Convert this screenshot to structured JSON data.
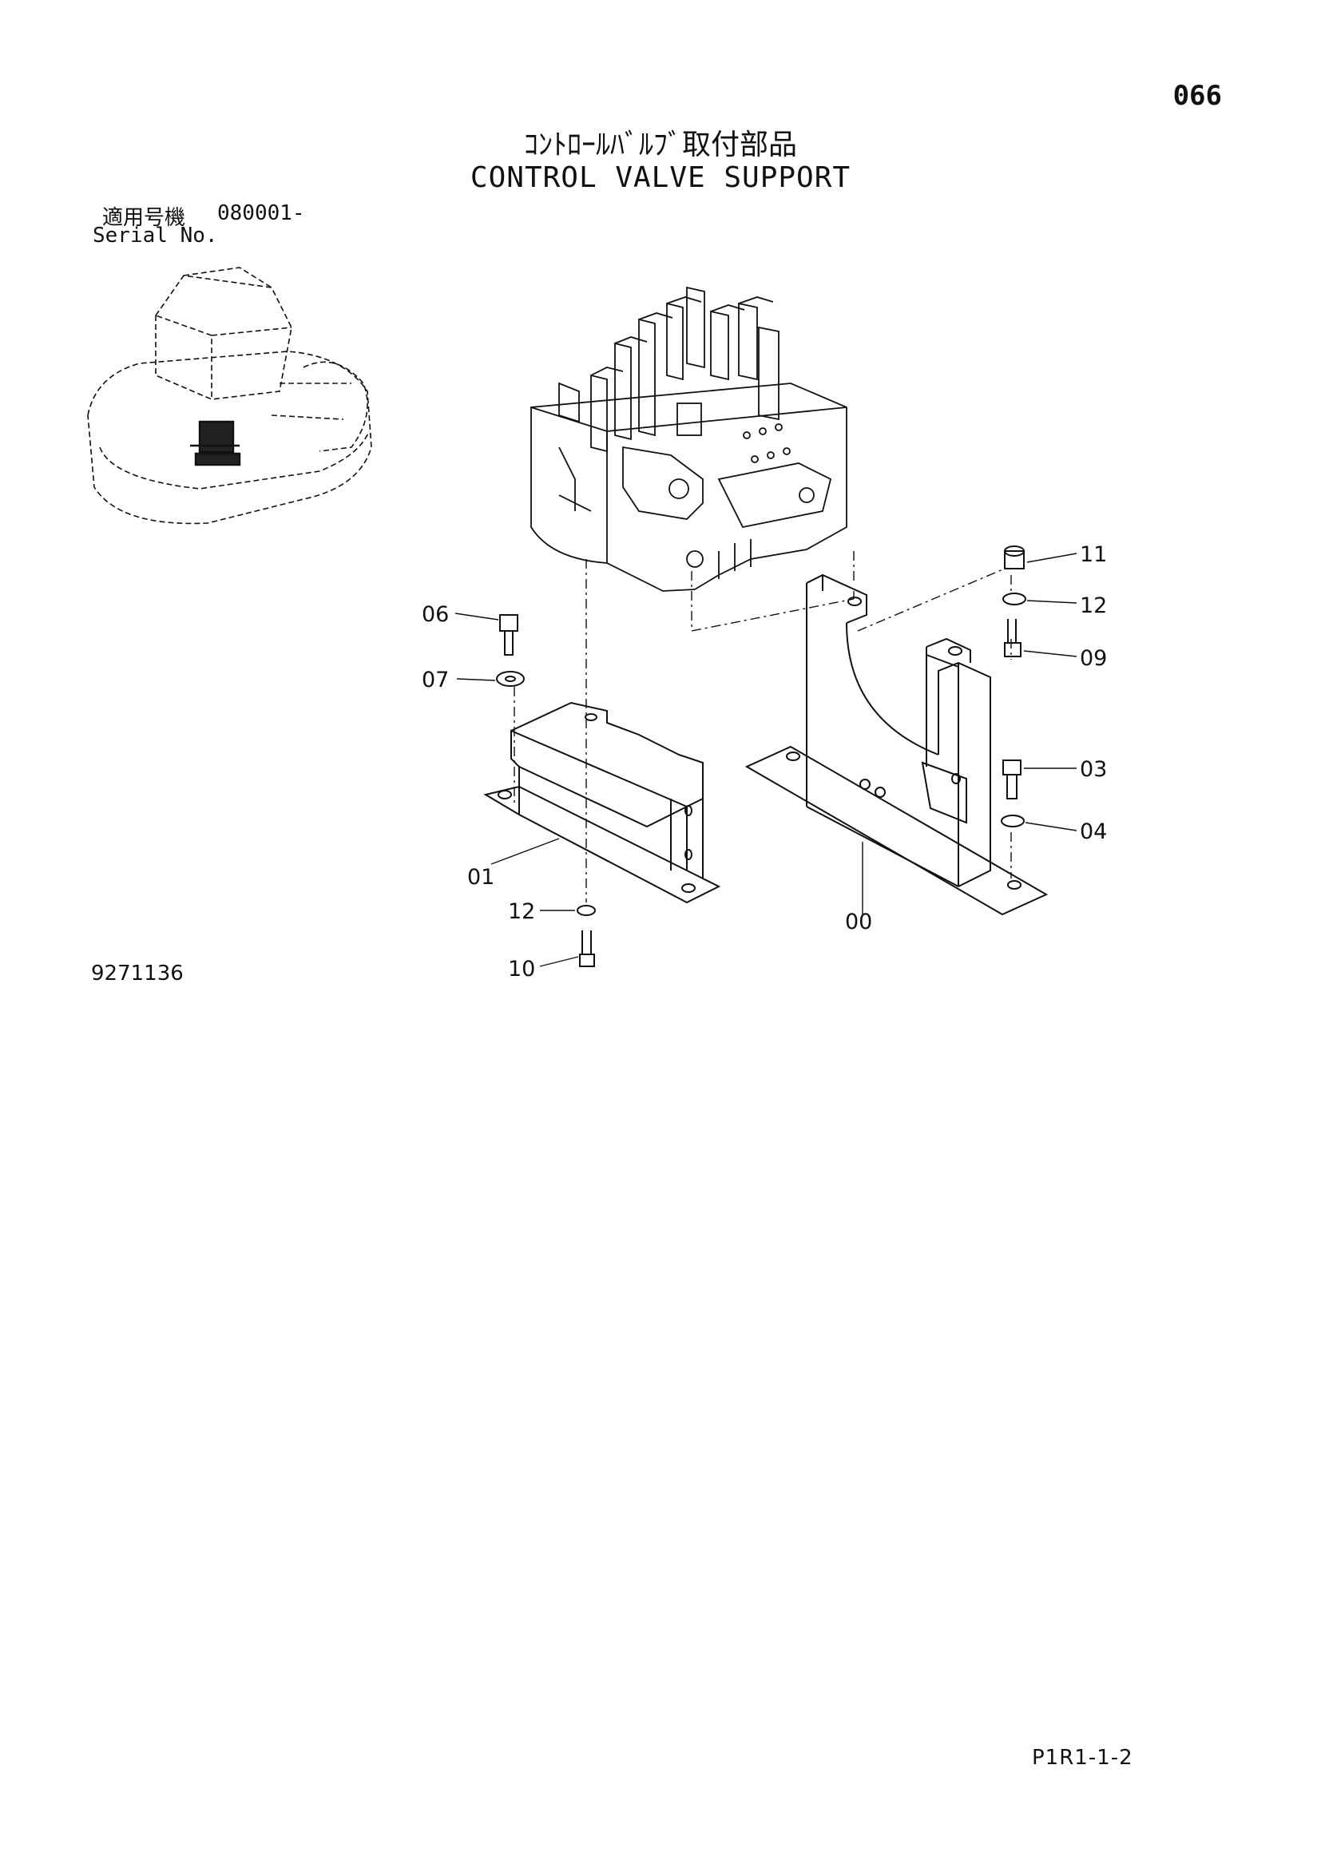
{
  "page_number": "066",
  "title_ja": "ｺﾝﾄﾛｰﾙﾊﾞﾙﾌﾞ取付部品",
  "title_en": "CONTROL VALVE SUPPORT",
  "serial_label_ja": "適用号機",
  "serial_value": "080001-",
  "serial_label_en": "Serial No.",
  "figure_number": "9271136",
  "doc_code": "P1R1-1-2",
  "callouts": [
    "06",
    "07",
    "01",
    "12",
    "10",
    "00",
    "11",
    "12",
    "09",
    "03",
    "04"
  ]
}
